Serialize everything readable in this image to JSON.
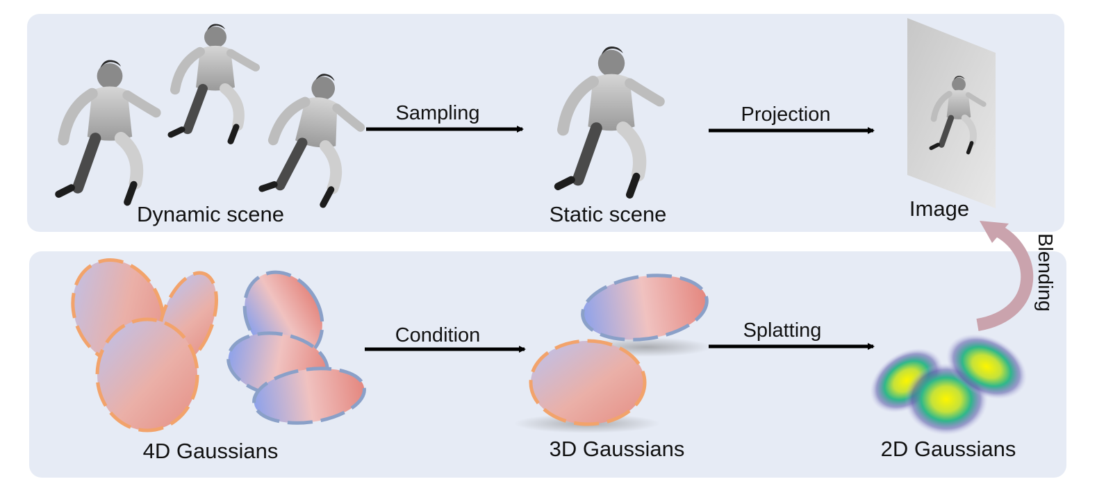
{
  "top_row": {
    "dynamic_scene": "Dynamic scene",
    "sampling": "Sampling",
    "static_scene": "Static scene",
    "projection": "Projection",
    "image": "Image"
  },
  "bottom_row": {
    "gaussians_4d": "4D Gaussians",
    "condition": "Condition",
    "gaussians_3d": "3D Gaussians",
    "splatting": "Splatting",
    "gaussians_2d": "2D Gaussians"
  },
  "blending": "Blending",
  "colors": {
    "panel": "#e6ebf5",
    "arrow": "#000000",
    "orange_outline": "#f2a36b",
    "blue_outline": "#8aa0c8",
    "blending_arrow": "#caa3ad"
  }
}
